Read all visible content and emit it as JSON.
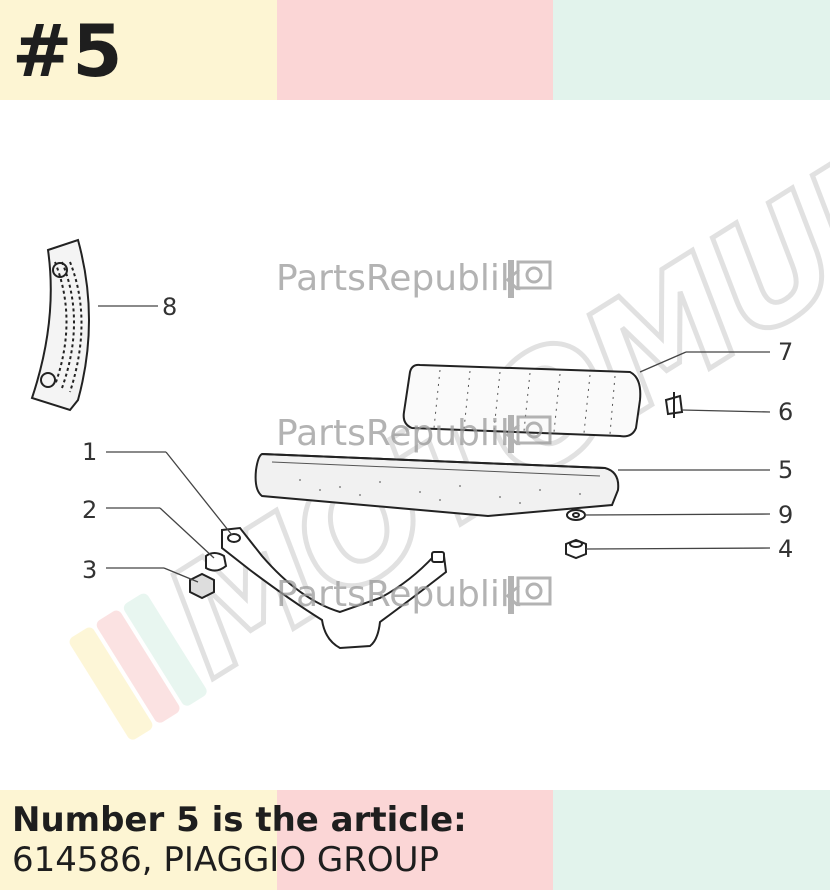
{
  "header": {
    "part_number": "#5"
  },
  "colors": {
    "yellow": "#fdf5d3",
    "pink": "#fbd6d6",
    "mint": "#e2f3ec",
    "ink": "#1e1e1e"
  },
  "watermarks": {
    "partsrepublik": "PartsRepublik",
    "motomurcia": "MOTOMURCIA"
  },
  "callouts": [
    "8",
    "7",
    "6",
    "5",
    "1",
    "9",
    "2",
    "4",
    "3"
  ],
  "caption": {
    "title": "Number 5 is the article:",
    "subtitle": "614586, PIAGGIO GROUP"
  }
}
